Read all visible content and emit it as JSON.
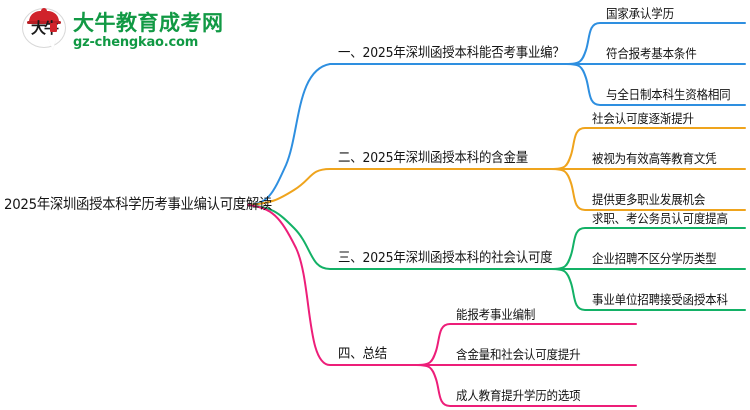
{
  "logo": {
    "badge_glyphs": "大牛",
    "title": "大牛教育成考网",
    "subtitle": "gz-chengkao.com",
    "brand_green": "#119944",
    "brand_red": "#d0232b"
  },
  "mindmap": {
    "root": "2025年深圳函授本科学历考事业编认可度解读",
    "branches": [
      {
        "label": "一、2025年深圳函授本科能否考事业编？",
        "color": "#2e8fe0",
        "children": [
          "国家承认学历",
          "符合报考基本条件",
          "与全日制本科生资格相同"
        ]
      },
      {
        "label": "二、2025年深圳函授本科的含金量",
        "color": "#efa41d",
        "children": [
          "社会认可度逐渐提升",
          "被视为有效高等教育文凭",
          "提供更多职业发展机会"
        ]
      },
      {
        "label": "三、2025年深圳函授本科的社会认可度",
        "color": "#13b166",
        "children": [
          "求职、考公务员认可度提高",
          "企业招聘不区分学历类型",
          "事业单位招聘接受函授本科"
        ]
      },
      {
        "label": "四、总结",
        "color": "#ed1e79",
        "children": [
          "能报考事业编制",
          "含金量和社会认可度提升",
          "成人教育提升学历的选项"
        ]
      }
    ]
  }
}
